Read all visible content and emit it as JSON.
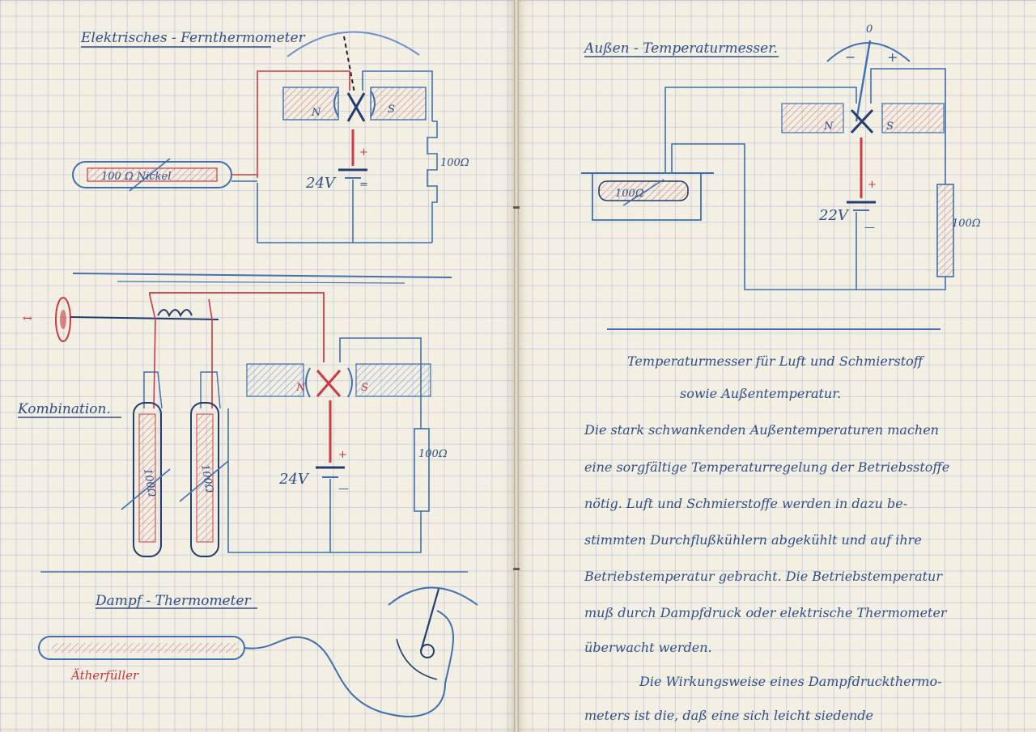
{
  "notebook": {
    "left_page": {
      "diagram_1": {
        "heading": "Elektrisches - Fernthermometer",
        "resistor_label": "100 Ω Nickel",
        "voltage_label": "24V",
        "fixed_resistor_label": "100Ω",
        "pole_n": "N",
        "pole_s": "S",
        "plus": "+",
        "minus": "="
      },
      "diagram_2": {
        "side_label": "Kombination.",
        "tube_1_label": "100Ω",
        "tube_2_label": "100Ω",
        "voltage_label": "24V",
        "fixed_resistor_label": "100Ω",
        "pole_n": "N",
        "pole_s": "S",
        "plus": "+",
        "minus": "—"
      },
      "diagram_3": {
        "heading": "Dampf - Thermometer",
        "bulb_label": "Ätherfüller"
      }
    },
    "right_page": {
      "diagram_1": {
        "heading": "Außen - Temperaturmesser.",
        "scale_zero": "0",
        "scale_minus": "−",
        "scale_plus": "+",
        "resistor_label": "100Ω",
        "voltage_label": "22V",
        "fixed_resistor_label": "100Ω",
        "pole_n": "N",
        "pole_s": "S",
        "plus": "+",
        "minus": "—"
      },
      "text": {
        "title_line_1": "Temperaturmesser für Luft und Schmierstoff",
        "title_line_2": "sowie Außentemperatur.",
        "lines": [
          "Die stark schwankenden Außentemperaturen machen",
          "eine sorgfältige Temperaturregelung der Betriebsstoffe",
          "nötig. Luft und Schmierstoffe werden in dazu be-",
          "stimmten Durchflußkühlern abgekühlt und auf ihre",
          "Betriebstemperatur gebracht. Die Betriebstemperatur",
          "muß durch Dampfdruck oder elektrische Thermometer",
          "überwacht werden.",
          "Die Wirkungsweise eines Dampfdruckthermo-",
          "meters ist die, daß eine sich leicht siedende"
        ]
      }
    }
  }
}
